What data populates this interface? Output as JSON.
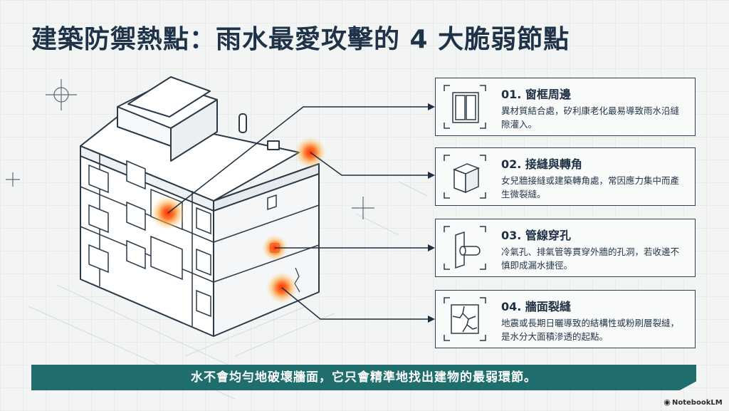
{
  "title": "建築防禦熱點：雨水最愛攻擊的 4 大脆弱節點",
  "cards": [
    {
      "number_title": "01. 窗框周邊",
      "description": "異材質結合處，矽利康老化最易導致雨水沿縫隙灌入。",
      "icon": "window-frame-icon"
    },
    {
      "number_title": "02. 接縫與轉角",
      "description": "女兒牆接縫或建築轉角處，常因應力集中而產生微裂縫。",
      "icon": "corner-joint-icon"
    },
    {
      "number_title": "03. 管線穿孔",
      "description": "冷氣孔、排氣管等貫穿外牆的孔洞，若收邊不慎即成漏水捷徑。",
      "icon": "pipe-penetration-icon"
    },
    {
      "number_title": "04. 牆面裂縫",
      "description": "地震或長期日曬導致的結構性或粉刷層裂縫，是水分大面積滲透的起點。",
      "icon": "wall-crack-icon"
    }
  ],
  "banner_text": "水不會均勻地破壞牆面，它只會精準地找出建物的最弱環節。",
  "logo_text": "NotebookLM",
  "colors": {
    "accent": "#1f6e6d",
    "hotspot": "#ff5a1f",
    "line": "#2a3f54"
  }
}
